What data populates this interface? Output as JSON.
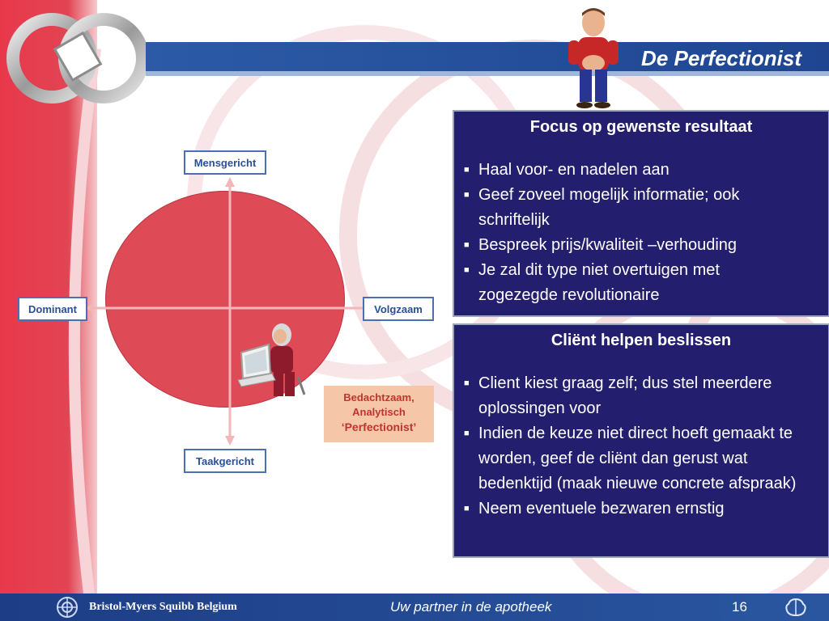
{
  "slide": {
    "title": "De Perfectionist",
    "footer": {
      "company": "Bristol-Myers Squibb Belgium",
      "tagline": "Uw partner in de apotheek",
      "page_number": "16"
    }
  },
  "diagram": {
    "top_label": "Mensgericht",
    "bottom_label": "Taakgericht",
    "left_label": "Dominant",
    "right_label": "Volgzaam",
    "quadrant_label_line1": "Bedachtzaam,",
    "quadrant_label_line2": "Analytisch",
    "quadrant_label_line3": "‘Perfectionist’"
  },
  "box1": {
    "heading": "Focus op gewenste resultaat",
    "items": [
      {
        "line1": "Haal voor- en nadelen aan",
        "line2": ""
      },
      {
        "line1": "Geef zoveel mogelijk informatie; ook",
        "line2": "schriftelijk"
      },
      {
        "line1": "Bespreek prijs/kwaliteit –verhouding",
        "line2": ""
      },
      {
        "line1": "Je zal dit type niet overtuigen met",
        "line2": "zogezegde revolutionaire"
      }
    ]
  },
  "box2": {
    "heading": "Cliënt helpen beslissen",
    "items": [
      {
        "line1": "Client kiest graag zelf; dus stel meerdere",
        "line2": "oplossingen voor",
        "line3": ""
      },
      {
        "line1": "Indien de keuze niet direct hoeft gemaakt te",
        "line2": "worden, geef de cliënt dan gerust wat",
        "line3": "bedenktijd (maak nieuwe concrete afspraak)"
      },
      {
        "line1": "Neem eventuele bezwaren ernstig",
        "line2": "",
        "line3": ""
      }
    ]
  },
  "icons": {
    "logo": "bms-rings-logo",
    "character": "standing-man-icon",
    "worker": "person-at-computer-icon",
    "footer_logo": "bms-emblem-icon",
    "bullet": "square-bullet-icon"
  },
  "colors": {
    "accent_red": "#e8394b",
    "band_blue": "#2c5aa6",
    "box_navy": "#231f6e",
    "label_blue": "#2a4f95",
    "quadrant_peach": "#f5c6a8"
  }
}
